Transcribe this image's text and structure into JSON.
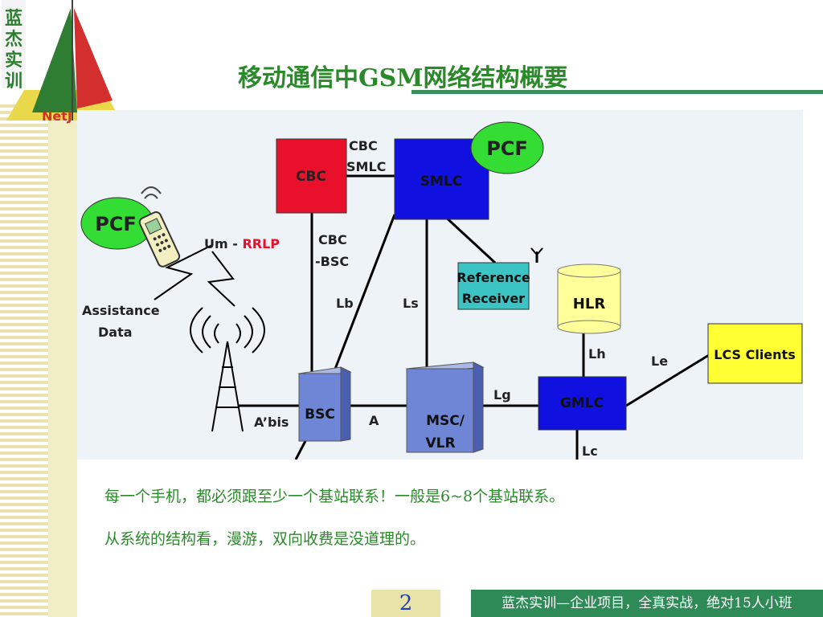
{
  "header": {
    "title": "移动通信中GSM网络结构概要",
    "logo_text": "蓝杰实训",
    "logo_brand": "NetJ"
  },
  "diagram": {
    "nodes": {
      "cbc": "CBC",
      "smlc": "SMLC",
      "pcf_top": "PCF",
      "pcf_left": "PCF",
      "reference_receiver_1": "Reference",
      "reference_receiver_2": "Receiver",
      "hlr": "HLR",
      "lcs_clients": "LCS Clients",
      "gmlc": "GMLC",
      "bsc": "BSC",
      "msc_vlr_1": "MSC/",
      "msc_vlr_2": "VLR"
    },
    "links": {
      "cbc_smlc_1": "CBC",
      "cbc_smlc_2": "SMLC",
      "cbc_bsc_1": "CBC",
      "cbc_bsc_2": "-BSC",
      "um": "Um - ",
      "rrlp": "RRLP",
      "assistance_1": "Assistance",
      "assistance_2": "Data",
      "lb": "Lb",
      "ls": "Ls",
      "lh": "Lh",
      "le": "Le",
      "lg": "Lg",
      "lc": "Lc",
      "abis": "A’bis",
      "a": "A"
    }
  },
  "body": {
    "line1": "每一个手机，都必须跟至少一个基站联系！一般是6~8个基站联系。",
    "line2": "从系统的结构看，漫游，双向收费是没道理的。"
  },
  "footer": {
    "page_number": "2",
    "text": "蓝杰实训—企业项目，全真实战，绝对15人小班"
  },
  "colors": {
    "title_green": "#2a8a2a",
    "cbc_red": "#e8102a",
    "smlc_blue": "#1010e0",
    "pcf_green": "#33dd33",
    "ref_teal": "#3cc3c3",
    "hlr_yellow": "#ffff99",
    "lcs_yellow": "#ffff33",
    "gmlc_blue": "#1010e0",
    "footer_green": "#2e8b57"
  }
}
